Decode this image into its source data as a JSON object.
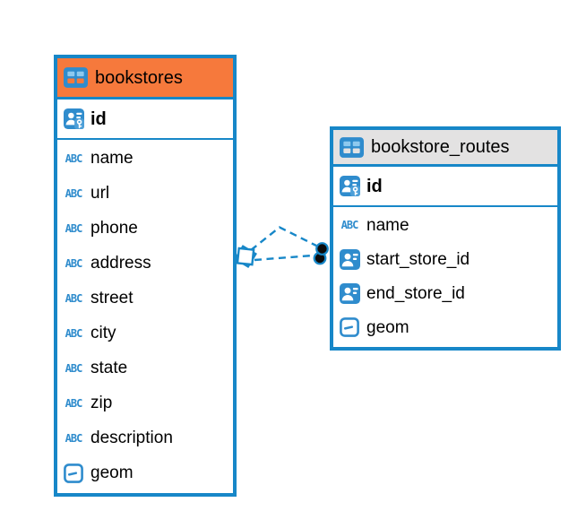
{
  "colors": {
    "canvas_bg": "#ffffff",
    "accent_blue": "#1787c8",
    "icon_blue": "#2f8ccd",
    "icon_blue_dark": "#4d9fd8",
    "cell_blue": "#8ec9ee",
    "table1_header": "#f6793c",
    "table2_header": "#e3e2e2",
    "endpoint_black": "#0b0b0b"
  },
  "icons": {
    "text_type_label": "ABC"
  },
  "tables": [
    {
      "name": "bookstores",
      "primary_key": "id",
      "columns": [
        "name",
        "url",
        "phone",
        "address",
        "street",
        "city",
        "state",
        "zip",
        "description",
        "geom"
      ]
    },
    {
      "name": "bookstore_routes",
      "primary_key": "id",
      "columns": [
        "name",
        "start_store_id",
        "end_store_id",
        "geom"
      ]
    }
  ],
  "relationships": [
    {
      "from_table": "bookstore_routes",
      "from_column": "start_store_id",
      "to_table": "bookstores",
      "to_column": "id",
      "line_style": "dashed"
    },
    {
      "from_table": "bookstore_routes",
      "from_column": "end_store_id",
      "to_table": "bookstores",
      "to_column": "id",
      "line_style": "dashed"
    }
  ]
}
